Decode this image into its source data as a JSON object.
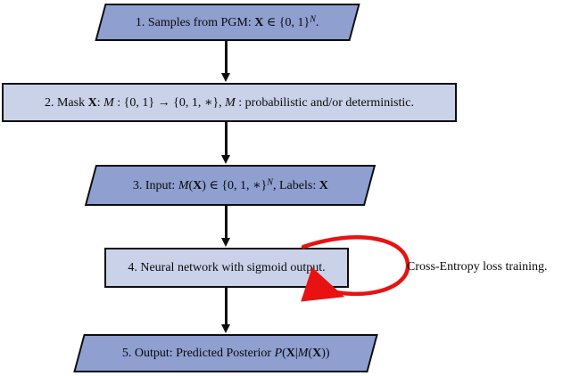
{
  "diagram": {
    "figure_name": "masked-training-flowchart",
    "colors": {
      "parallelogram_fill": "#8e9fd0",
      "rectangle_fill": "#cad2e9",
      "line_color": "#0d0d0d",
      "loop_color": "#e81212"
    },
    "nodes": [
      {
        "id": "step1",
        "shape": "parallelogram",
        "segments": [
          {
            "t": "1. Samples from PGM: ",
            "s": "r"
          },
          {
            "t": "X",
            "s": "b"
          },
          {
            "t": " ∈ {0, 1}",
            "s": "r"
          },
          {
            "t": "N",
            "s": "supi"
          },
          {
            "t": ".",
            "s": "r"
          }
        ]
      },
      {
        "id": "step2",
        "shape": "rectangle",
        "segments": [
          {
            "t": "2. Mask ",
            "s": "r"
          },
          {
            "t": "X",
            "s": "b"
          },
          {
            "t": ": ",
            "s": "r"
          },
          {
            "t": "M",
            "s": "i"
          },
          {
            "t": " : {0, 1} → {0, 1, ∗}, ",
            "s": "r"
          },
          {
            "t": "M",
            "s": "i"
          },
          {
            "t": " : probabilistic and/or deterministic.",
            "s": "r"
          }
        ]
      },
      {
        "id": "step3",
        "shape": "parallelogram",
        "segments": [
          {
            "t": "3. Input: ",
            "s": "r"
          },
          {
            "t": "M",
            "s": "i"
          },
          {
            "t": "(",
            "s": "r"
          },
          {
            "t": "X",
            "s": "b"
          },
          {
            "t": ") ∈ {0, 1, ∗}",
            "s": "r"
          },
          {
            "t": "N",
            "s": "supi"
          },
          {
            "t": ", Labels: ",
            "s": "r"
          },
          {
            "t": "X",
            "s": "b"
          }
        ]
      },
      {
        "id": "step4",
        "shape": "rectangle",
        "segments": [
          {
            "t": "4. Neural network with sigmoid output.",
            "s": "r"
          }
        ]
      },
      {
        "id": "step5",
        "shape": "parallelogram",
        "segments": [
          {
            "t": "5. Output: Predicted Posterior ",
            "s": "r"
          },
          {
            "t": "P",
            "s": "i"
          },
          {
            "t": "(",
            "s": "r"
          },
          {
            "t": "X",
            "s": "b"
          },
          {
            "t": "|",
            "s": "r"
          },
          {
            "t": "M",
            "s": "i"
          },
          {
            "t": "(",
            "s": "r"
          },
          {
            "t": "X",
            "s": "b"
          },
          {
            "t": "))",
            "s": "r"
          }
        ]
      }
    ],
    "loop_label": "Cross-Entropy loss training."
  }
}
